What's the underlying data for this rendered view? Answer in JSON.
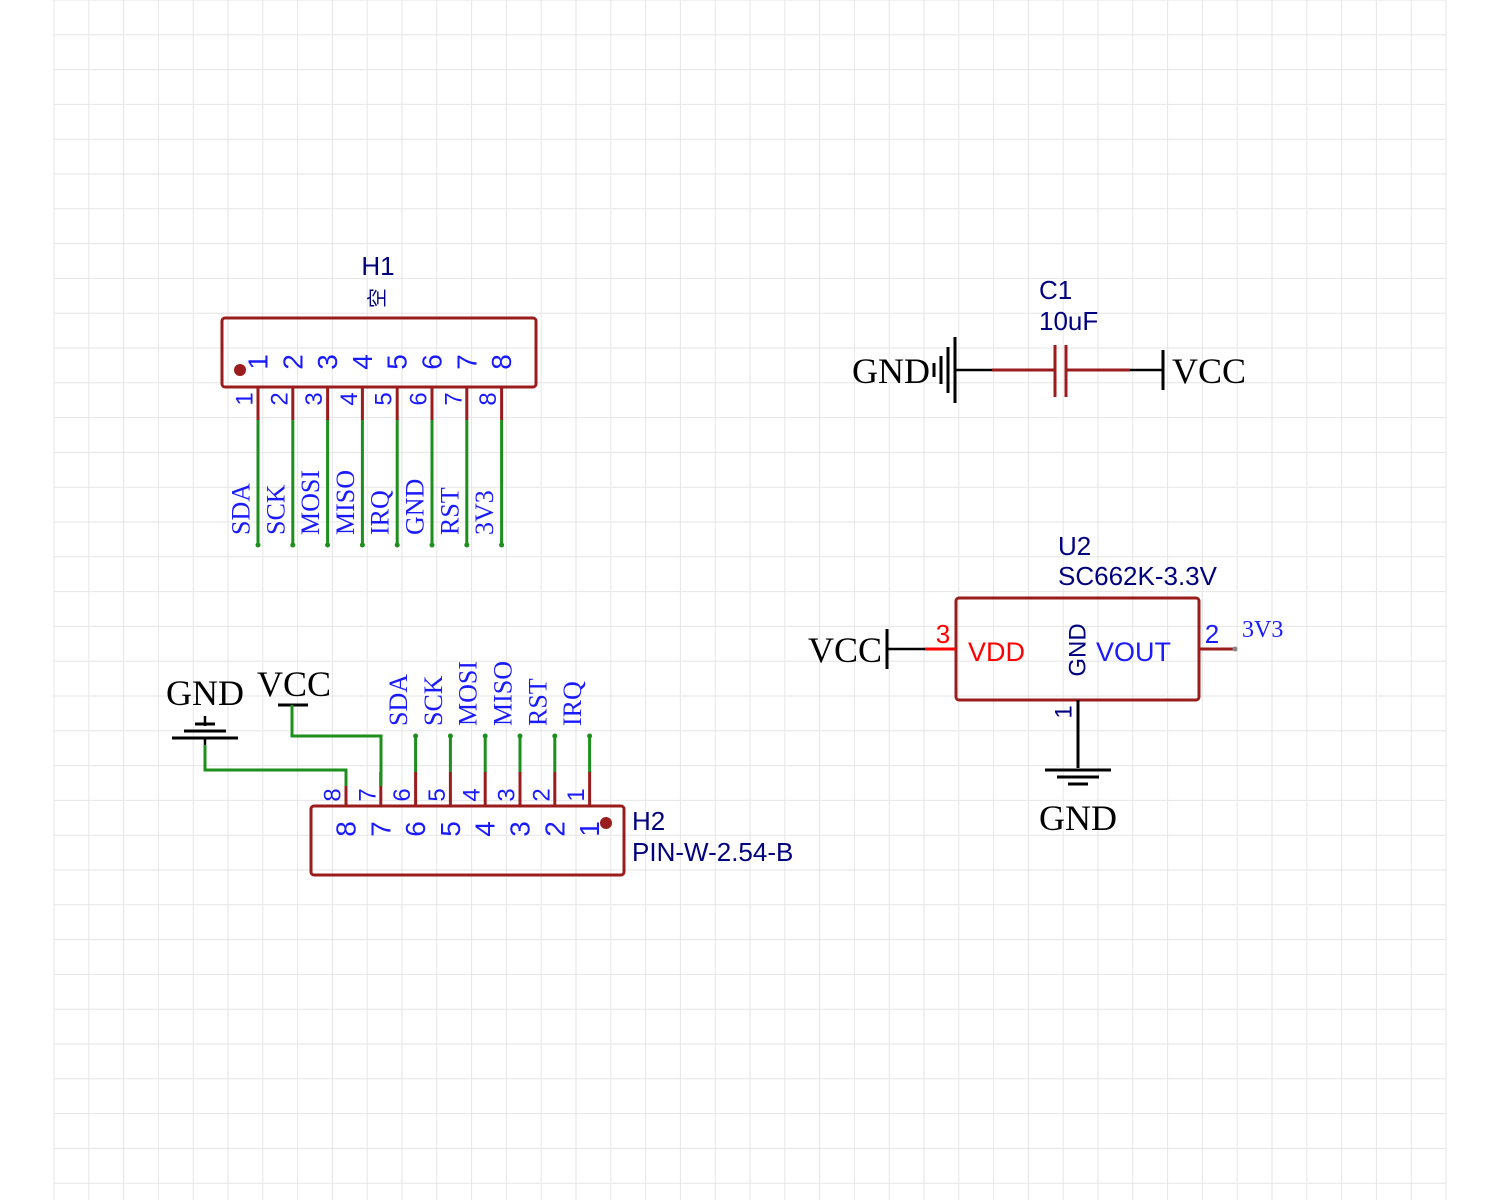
{
  "colors": {
    "grid": "#e6e6e6",
    "body": "#9b1c1c",
    "wire": "#1c8f1c",
    "pin_text": "#1a1aff",
    "designator": "#00007f",
    "net_text": "#000000",
    "red_text": "#ff0000"
  },
  "h1": {
    "designator": "H1",
    "value": "空",
    "body_pins": [
      "1",
      "2",
      "3",
      "4",
      "5",
      "6",
      "7",
      "8"
    ],
    "pin_numbers": [
      "1",
      "2",
      "3",
      "4",
      "5",
      "6",
      "7",
      "8"
    ],
    "net_labels": [
      "SDA",
      "SCK",
      "MOSI",
      "MISO",
      "IRQ",
      "GND",
      "RST",
      "3V3"
    ]
  },
  "h2": {
    "designator": "H2",
    "value": "PIN-W-2.54-B",
    "body_pins": [
      "8",
      "7",
      "6",
      "5",
      "4",
      "3",
      "2",
      "1"
    ],
    "pin_numbers": [
      "8",
      "7",
      "6",
      "5",
      "4",
      "3",
      "2",
      "1"
    ],
    "net_labels": [
      "SDA",
      "SCK",
      "MOSI",
      "MISO",
      "RST",
      "IRQ"
    ],
    "gnd_label": "GND",
    "vcc_label": "VCC"
  },
  "c1": {
    "designator": "C1",
    "value": "10uF",
    "left_net": "GND",
    "right_net": "VCC"
  },
  "u2": {
    "designator": "U2",
    "value": "SC662K-3.3V",
    "pin_vdd_name": "VDD",
    "pin_vdd_num": "3",
    "pin_gnd_name": "GND",
    "pin_gnd_num": "1",
    "pin_vout_name": "VOUT",
    "pin_vout_num": "2",
    "vin_net": "VCC",
    "vout_net": "3V3",
    "gnd_net": "GND"
  }
}
